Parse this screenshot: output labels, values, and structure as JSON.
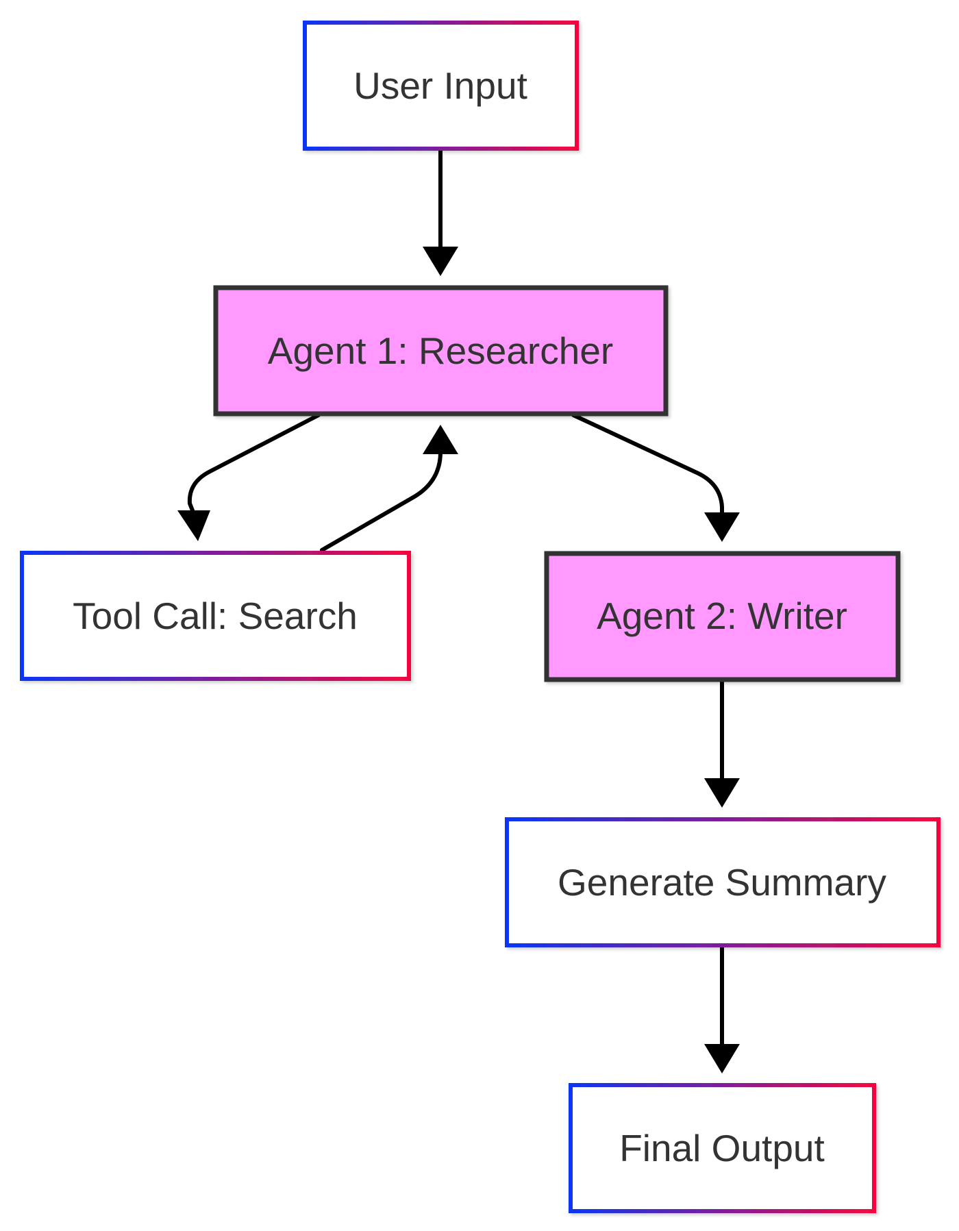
{
  "colors": {
    "background": "#ffffff",
    "gradient_start": "#0a36f5",
    "gradient_end": "#f5063f",
    "agent_fill": "#ff99ff",
    "agent_border": "#333333",
    "text": "#333333",
    "edge": "#000000"
  },
  "nodes": {
    "user_input": {
      "label": "User Input",
      "style": "gradient-outline"
    },
    "agent_researcher": {
      "label": "Agent 1: Researcher",
      "style": "agent-filled"
    },
    "tool_call_search": {
      "label": "Tool Call: Search",
      "style": "gradient-outline"
    },
    "agent_writer": {
      "label": "Agent 2: Writer",
      "style": "agent-filled"
    },
    "generate_summary": {
      "label": "Generate Summary",
      "style": "gradient-outline"
    },
    "final_output": {
      "label": "Final Output",
      "style": "gradient-outline"
    }
  },
  "edges": [
    {
      "from": "user_input",
      "to": "agent_researcher"
    },
    {
      "from": "agent_researcher",
      "to": "tool_call_search"
    },
    {
      "from": "tool_call_search",
      "to": "agent_researcher"
    },
    {
      "from": "agent_researcher",
      "to": "agent_writer"
    },
    {
      "from": "agent_writer",
      "to": "generate_summary"
    },
    {
      "from": "generate_summary",
      "to": "final_output"
    }
  ]
}
